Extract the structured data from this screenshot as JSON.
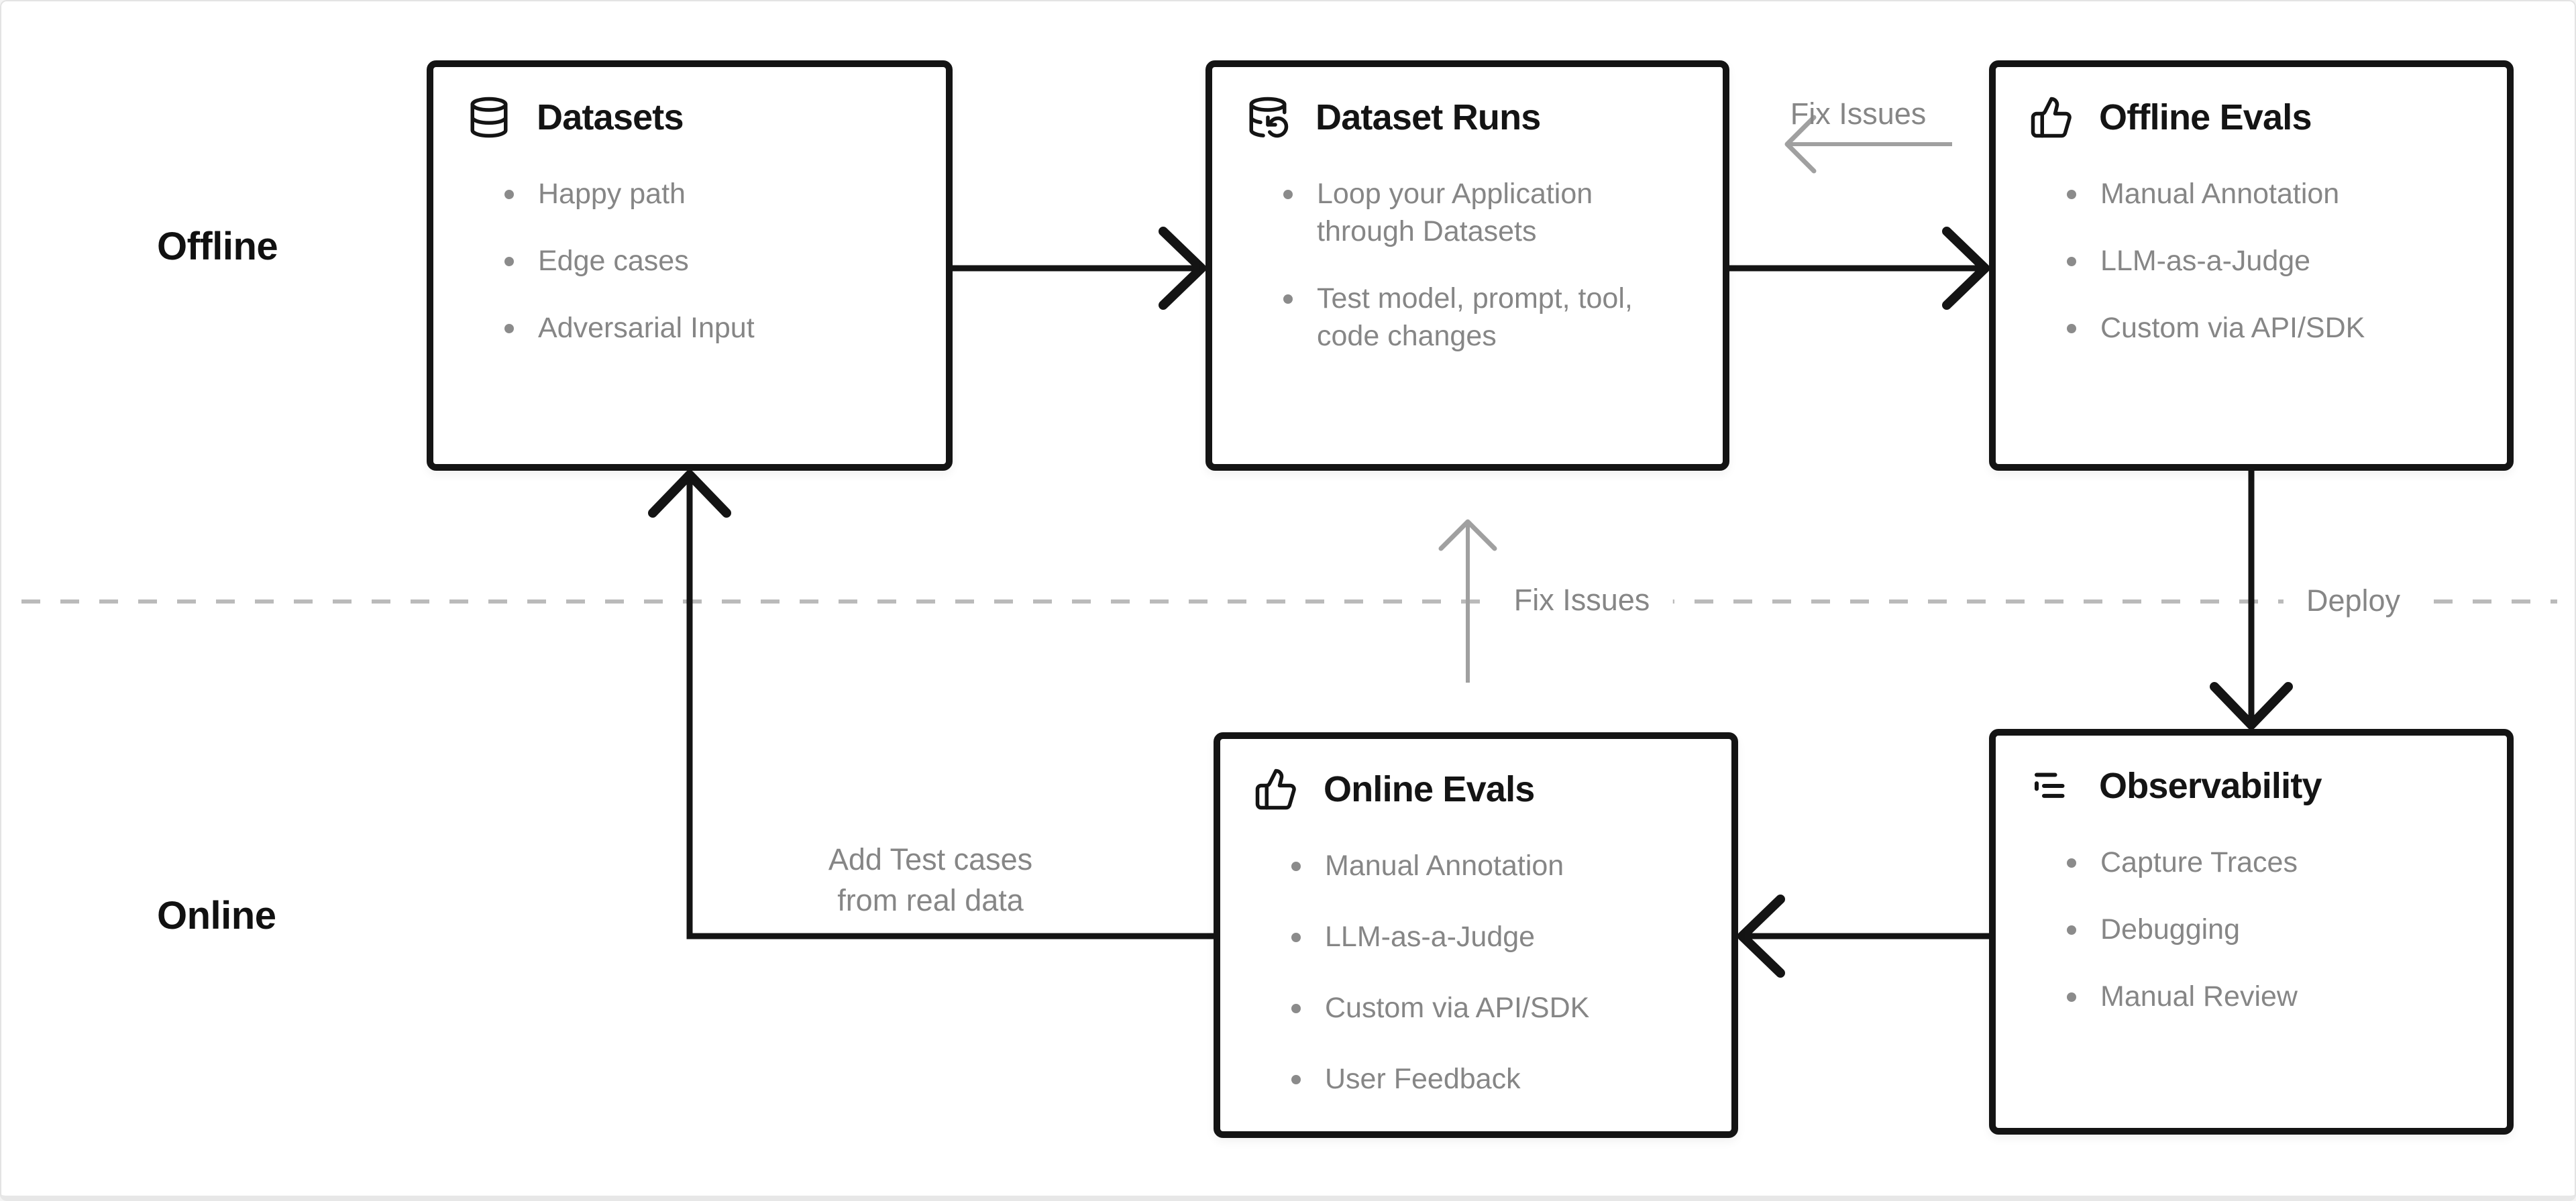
{
  "diagram_title": "LLM application evaluation loop (offline / online)",
  "colors": {
    "background": "#ffffff",
    "canvas_border": "#e3e3e3",
    "box_border": "#141414",
    "title_text": "#141414",
    "bullet_text": "#868686",
    "black_arrow": "#141414",
    "gray_arrow": "#a0a0a0",
    "divider_dash": "#bababa",
    "section_label": "#111111"
  },
  "sections": {
    "offline_label": "Offline",
    "online_label": "Online"
  },
  "boxes": [
    {
      "id": "datasets",
      "title": "Datasets",
      "icon": "database-icon",
      "items": [
        "Happy path",
        "Edge cases",
        "Adversarial Input"
      ]
    },
    {
      "id": "dataset-runs",
      "title": "Dataset Runs",
      "icon": "database-refresh-icon",
      "items": [
        "Loop your Application through Datasets",
        "Test model, prompt, tool, code changes"
      ]
    },
    {
      "id": "offline-evals",
      "title": "Offline Evals",
      "icon": "thumbs-up-icon",
      "items": [
        "Manual Annotation",
        "LLM-as-a-Judge",
        "Custom via API/SDK"
      ]
    },
    {
      "id": "online-evals",
      "title": "Online Evals",
      "icon": "thumbs-up-icon",
      "items": [
        "Manual Annotation",
        "LLM-as-a-Judge",
        "Custom via API/SDK",
        "User Feedback"
      ]
    },
    {
      "id": "observability",
      "title": "Observability",
      "icon": "trace-list-icon",
      "items": [
        "Capture Traces",
        "Debugging",
        "Manual Review"
      ]
    }
  ],
  "edge_labels": {
    "fix_issues_top": "Fix Issues",
    "fix_issues_mid": "Fix Issues",
    "deploy": "Deploy",
    "add_test_cases_line1": "Add Test cases",
    "add_test_cases_line2": "from real data"
  }
}
